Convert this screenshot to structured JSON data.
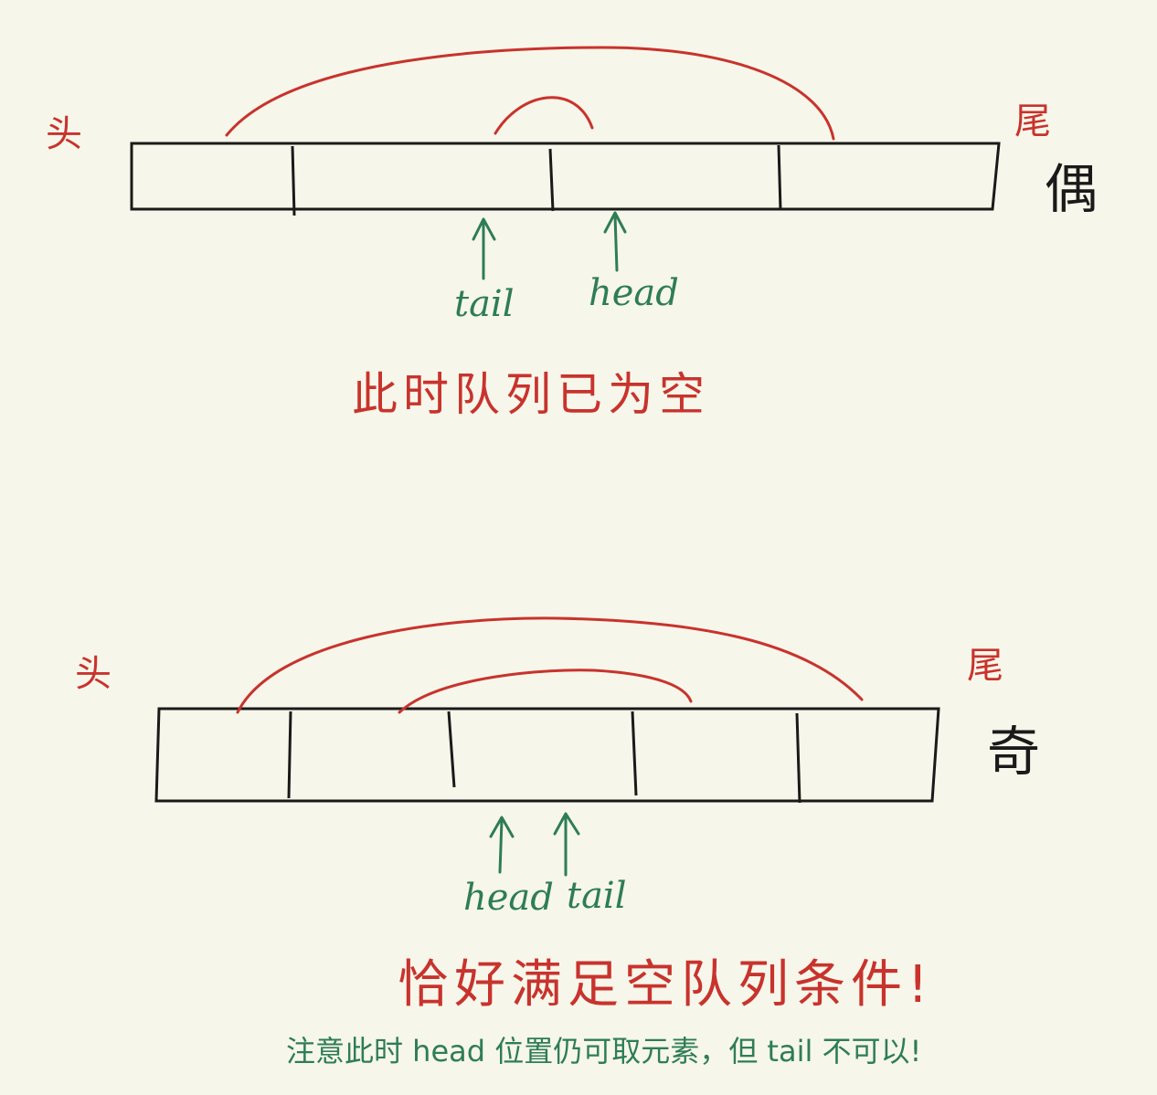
{
  "colors": {
    "background": "#f7f6ea",
    "red_ink": "#c8332d",
    "green_ink": "#2e7d55",
    "black_ink": "#1a1a1a"
  },
  "diagram_even": {
    "head_end_label": "头",
    "tail_end_label": "尾",
    "parity_label": "偶",
    "cell_count": 4,
    "tail_pointer_label": "tail",
    "head_pointer_label": "head",
    "caption": "此时队列已为空"
  },
  "diagram_odd": {
    "head_end_label": "头",
    "tail_end_label": "尾",
    "parity_label": "奇",
    "cell_count": 5,
    "head_pointer_label": "head",
    "tail_pointer_label": "tail",
    "caption": "恰好满足空队列条件!",
    "note": "注意此时 head 位置仍可取元素，但 tail 不可以!"
  }
}
